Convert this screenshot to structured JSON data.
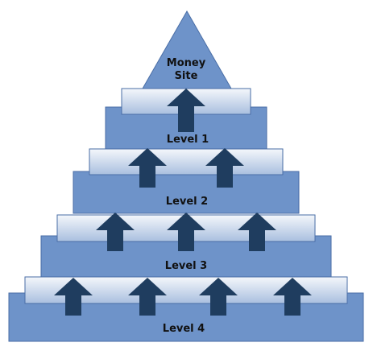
{
  "diagram": {
    "apex_label_line1": "Money",
    "apex_label_line2": "Site",
    "levels": [
      {
        "label": "Level 1",
        "arrows": 1
      },
      {
        "label": "Level 2",
        "arrows": 2
      },
      {
        "label": "Level 3",
        "arrows": 3
      },
      {
        "label": "Level 4",
        "arrows": 4
      }
    ]
  },
  "colors": {
    "block_fill": "#6e93c9",
    "block_stroke": "#4a6ea6",
    "band_top": "#f4f7fb",
    "band_bottom": "#a9bfdf",
    "band_stroke": "#4a6ea6",
    "arrow_fill": "#1f3d5f"
  }
}
